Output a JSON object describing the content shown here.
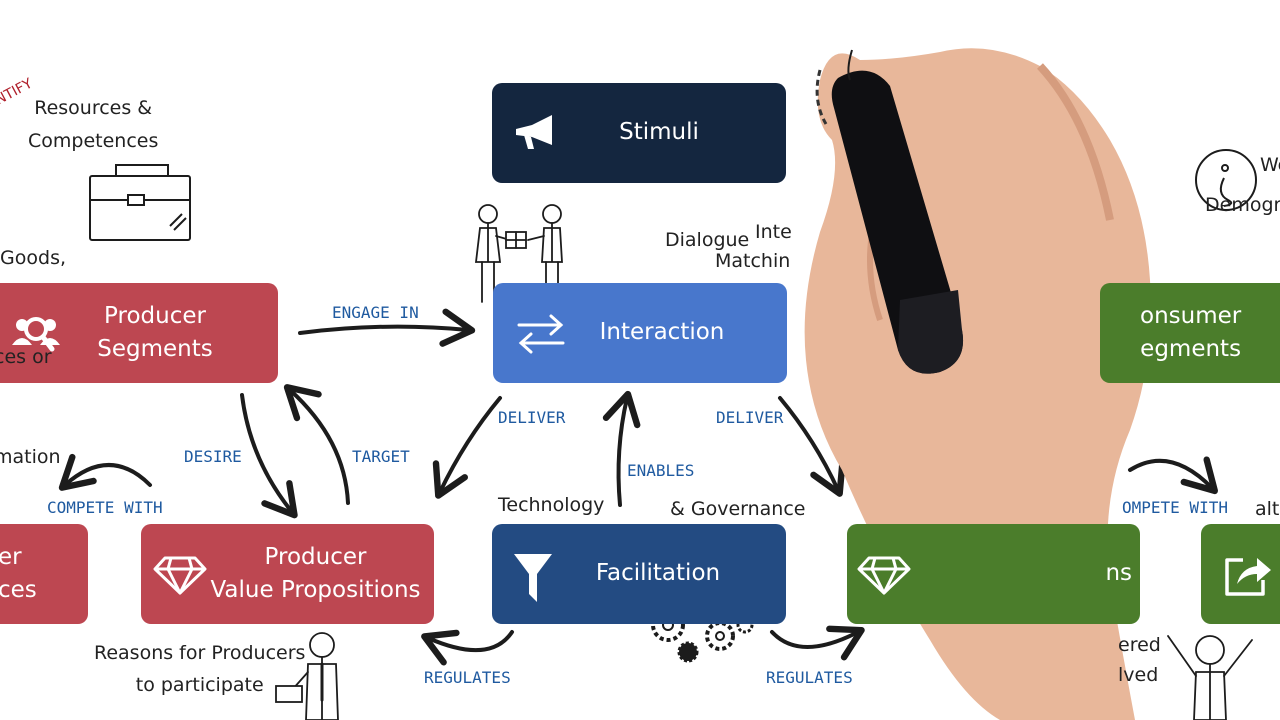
{
  "colors": {
    "producer": "#bd4751",
    "stimuli": "#14263f",
    "interaction": "#4877cc",
    "facilitation": "#234b82",
    "consumer": "#4b7d2b",
    "label_blue": "#1f5aa0"
  },
  "boxes": {
    "stimuli": {
      "label": "Stimuli",
      "icon": "megaphone-icon"
    },
    "interaction": {
      "label": "Interaction",
      "icon": "exchange-arrows-icon"
    },
    "facilitation": {
      "label": "Facilitation",
      "icon": "funnel-icon"
    },
    "producer_segments": {
      "line1": "Producer",
      "line2": "Segments",
      "icon": "users-magnifier-icon"
    },
    "producer_value": {
      "line1": "Producer",
      "line2": "Value Propositions",
      "icon": "diamond-icon"
    },
    "producer_alt": {
      "line1": "er",
      "line2": "ces"
    },
    "consumer_segments": {
      "line1": "onsumer",
      "line2": "egments"
    },
    "consumer_value": {
      "text": "ns",
      "icon": "diamond-icon"
    },
    "consumer_alt": {
      "icon": "share-arrow-icon"
    }
  },
  "connectors": {
    "engage_in": "ENGAGE IN",
    "deliver_left": "DELIVER",
    "deliver_right": "DELIVER",
    "enables": "ENABLES",
    "desire": "DESIRE",
    "target": "TARGET",
    "compete_with_left": "COMPETE WITH",
    "compete_with_right": "OMPETE WITH",
    "regulates_left": "REGULATES",
    "regulates_right": "REGULATES"
  },
  "annotations": {
    "identify": "NTIFY",
    "resources": [
      "Resources &",
      "Competences"
    ],
    "goods": [
      " Goods,",
      "ces or",
      "mation"
    ],
    "dialogue": "Dialogue",
    "interaction_partial": [
      "Inte",
      "Matchin"
    ],
    "technology": "Technology",
    "governance": "& Governance",
    "reasons": [
      "Reasons for Producers",
      "to participate"
    ],
    "right_top": [
      "We",
      "Demogra"
    ],
    "right_bottom_partial": [
      "ered",
      "lved"
    ],
    "right_alt_partial": "alt"
  }
}
